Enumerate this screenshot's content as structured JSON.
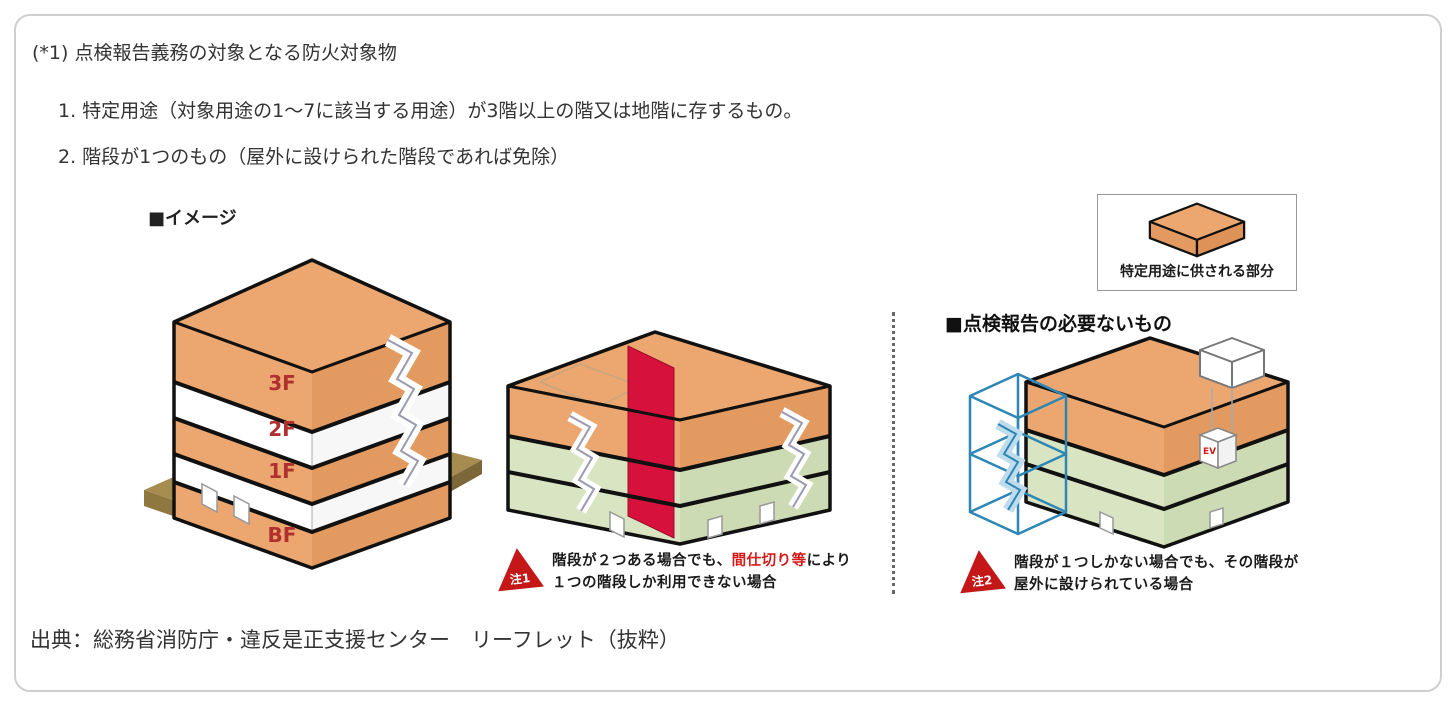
{
  "header": {
    "title": "(*1) 点検報告義務の対象となる防火対象物",
    "conditions": [
      "1. 特定用途（対象用途の1～7に該当する用途）が3階以上の階又は地階に存するもの。",
      "2. 階段が1つのもの（屋外に設けられた階段であれば免除）"
    ]
  },
  "diagram": {
    "image_label": "■イメージ",
    "legend": {
      "label": "特定用途に供される部分"
    },
    "right_heading": "■点検報告の必要ないもの",
    "building_left": {
      "floors": [
        "3F",
        "2F",
        "1F",
        "BF"
      ]
    },
    "building_right": {
      "ev_label": "EV"
    },
    "note1": {
      "badge": "注1",
      "line1_pre": "階段が２つある場合でも、",
      "line1_red": "間仕切り等",
      "line1_post": "により",
      "line2": "１つの階段しか利用できない場合"
    },
    "note2": {
      "badge": "注2",
      "line1": "階段が１つしかない場合でも、その階段が",
      "line2": "屋外に設けられている場合"
    }
  },
  "footer": {
    "source": "出典：総務省消防庁・違反是正支援センター　リーフレット（抜粋）"
  },
  "colors": {
    "specified_use_orange": "#EBA76F",
    "other_floor_green": "#D9E4C3",
    "partition_red": "#D6113C",
    "floor_label_red": "#B03030",
    "note_triangle_red": "#C41818",
    "note_text_red": "#D61A1A",
    "outdoor_stair_blue": "#2E86B5",
    "ground_brown": "#A78C50"
  }
}
